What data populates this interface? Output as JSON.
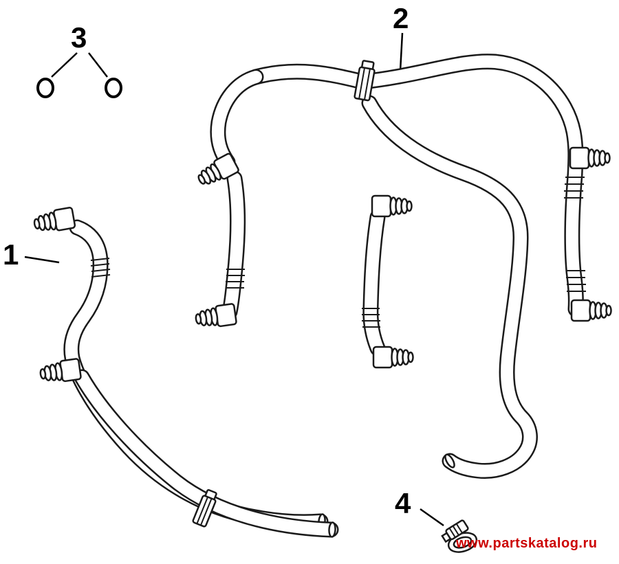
{
  "page": {
    "background": "#ffffff",
    "line_color": "#1a1a1a"
  },
  "diagram": {
    "callouts": [
      {
        "label": "1",
        "part": "hose-assembly-left"
      },
      {
        "label": "2",
        "part": "hose-assembly-top"
      },
      {
        "label": "3",
        "part": "o-ring-pair"
      },
      {
        "label": "4",
        "part": "hose-clamp"
      }
    ],
    "watermark": {
      "text": "www.partskatalog.ru",
      "color": "#cc0000"
    }
  }
}
